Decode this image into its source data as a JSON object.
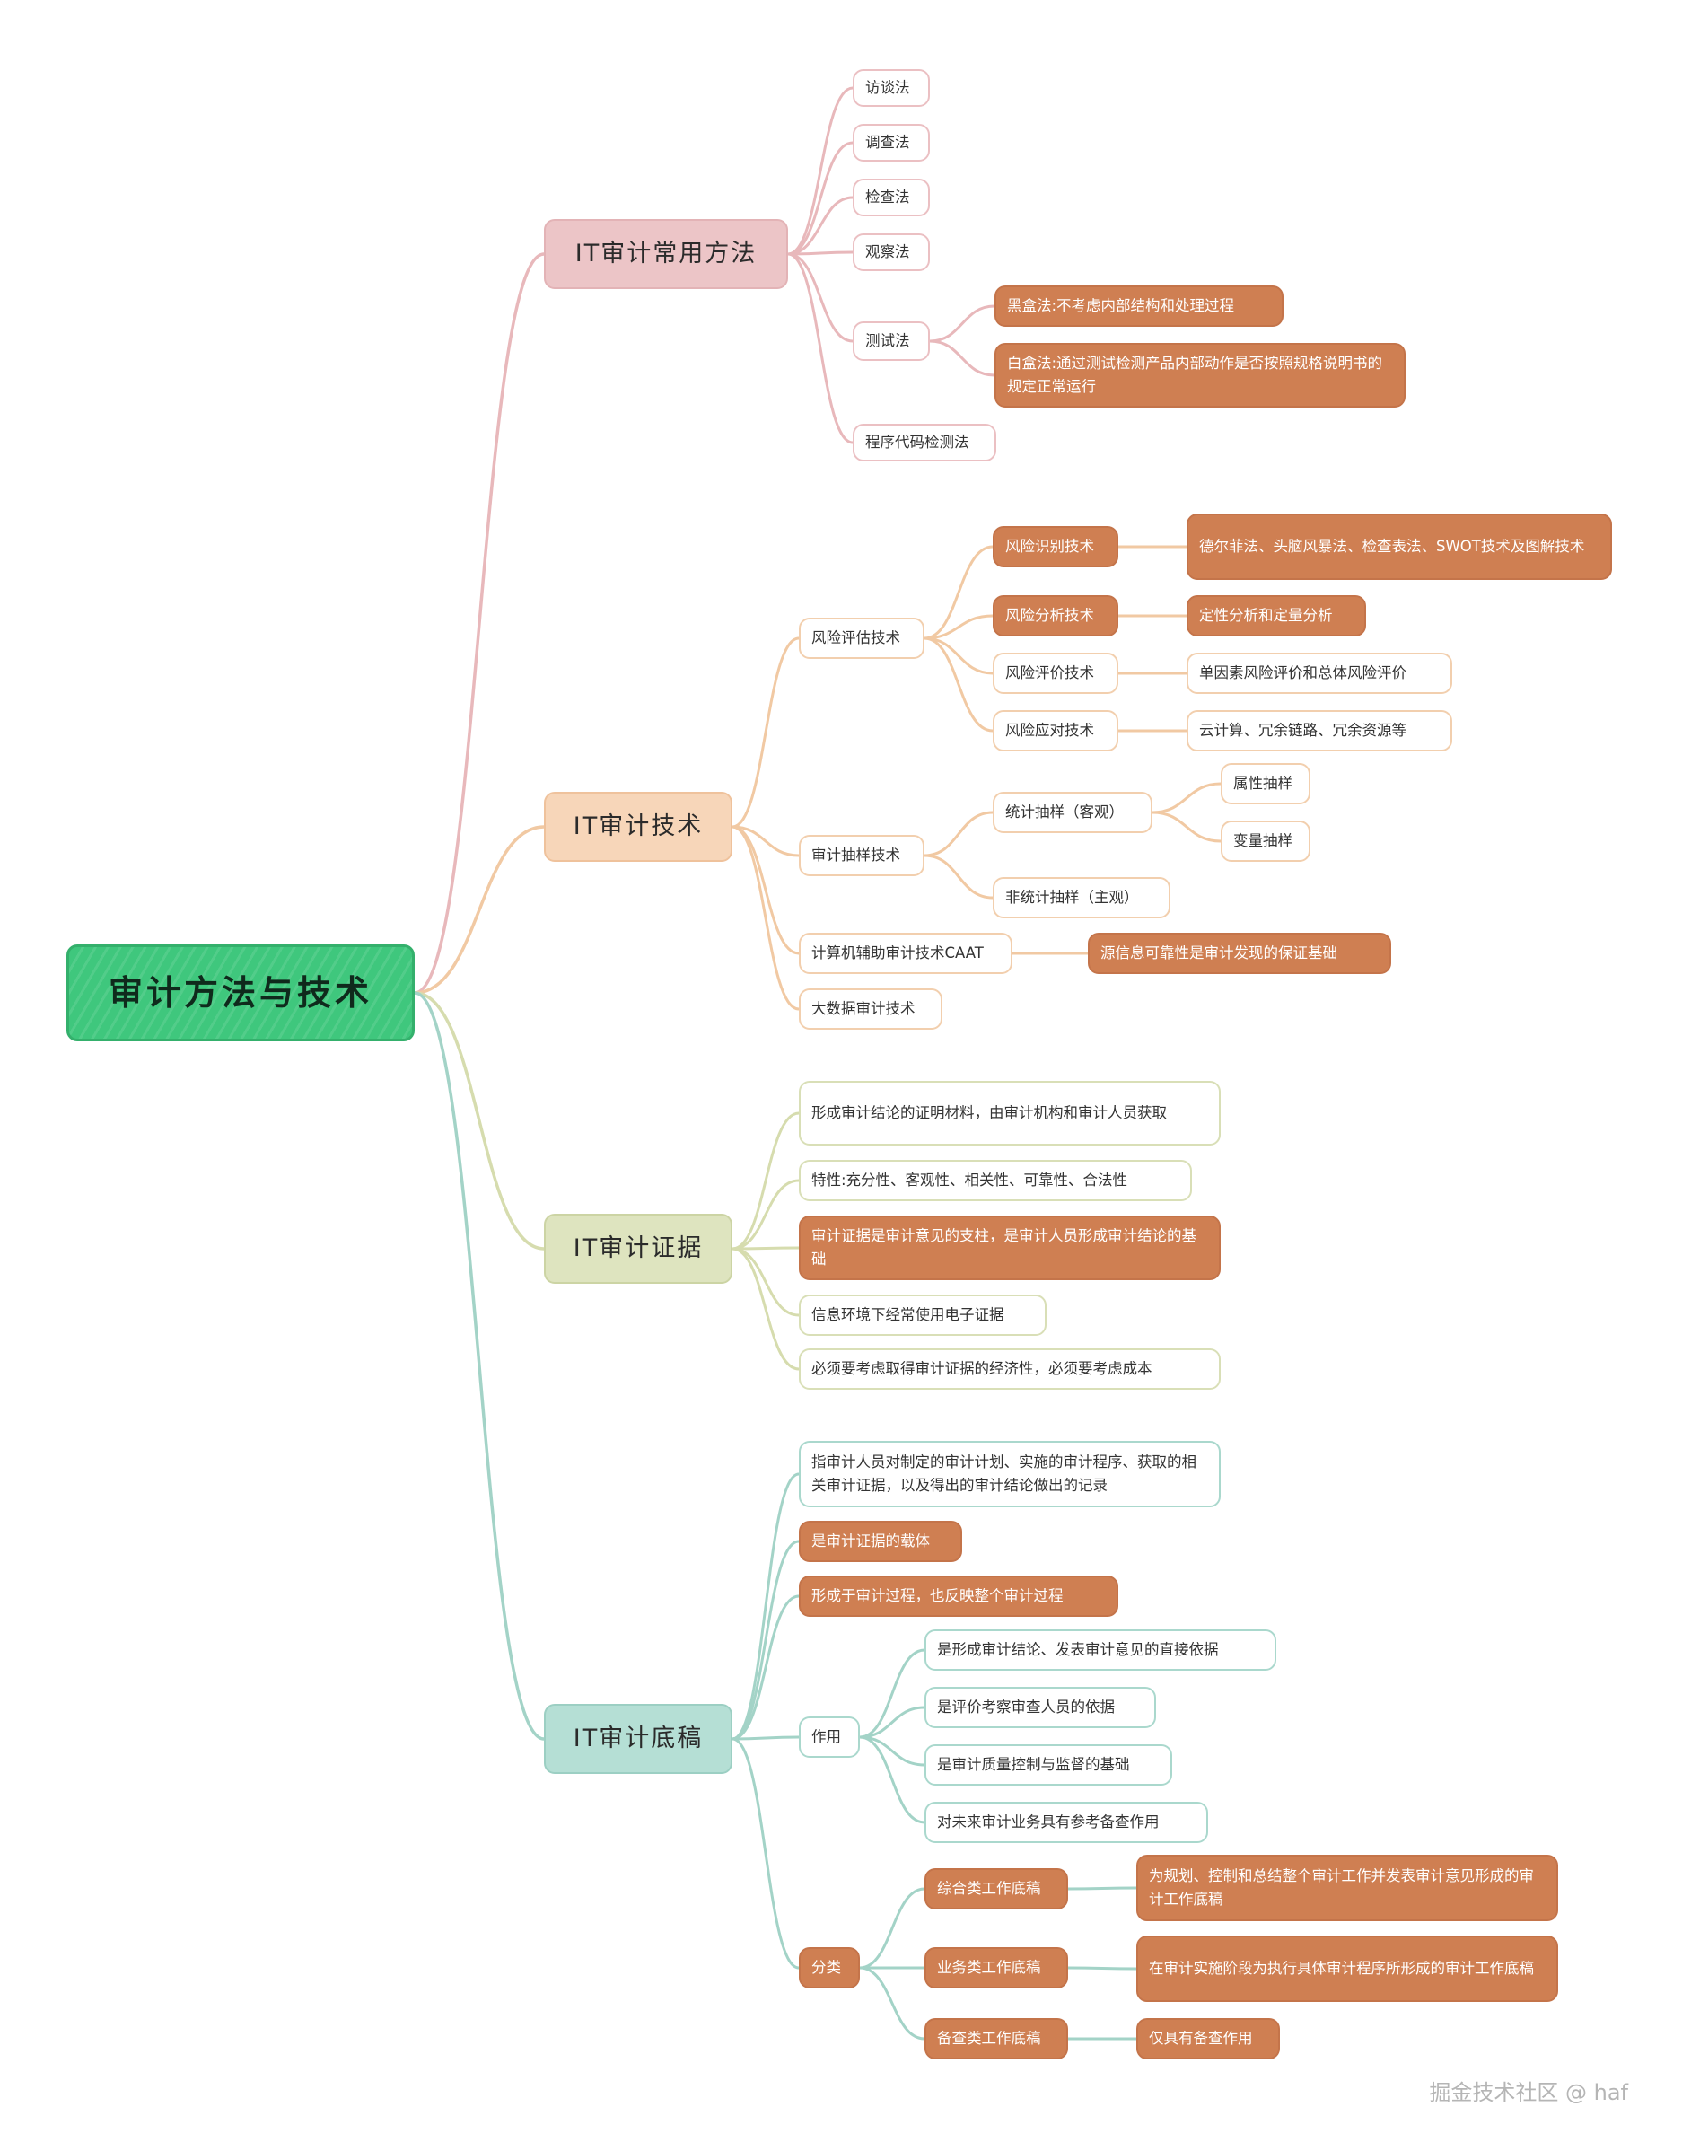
{
  "root": {
    "label": "审计方法与技术"
  },
  "methods": {
    "label": "IT审计常用方法",
    "items": [
      "访谈法",
      "调查法",
      "检查法",
      "观察法",
      "测试法",
      "程序代码检测法"
    ],
    "test_details": [
      "黑盒法:不考虑内部结构和处理过程",
      "白盒法:通过测试检测产品内部动作是否按照规格说明书的规定正常运行"
    ]
  },
  "techniques": {
    "label": "IT审计技术",
    "risk_assessment": {
      "label": "风险评估技术",
      "items": [
        {
          "label": "风险识别技术",
          "detail": "德尔菲法、头脑风暴法、检查表法、SWOT技术及图解技术"
        },
        {
          "label": "风险分析技术",
          "detail": "定性分析和定量分析"
        },
        {
          "label": "风险评价技术",
          "detail": "单因素风险评价和总体风险评价"
        },
        {
          "label": "风险应对技术",
          "detail": "云计算、冗余链路、冗余资源等"
        }
      ]
    },
    "sampling": {
      "label": "审计抽样技术",
      "statistical": "统计抽样（客观）",
      "statistical_children": [
        "属性抽样",
        "变量抽样"
      ],
      "non_statistical": "非统计抽样（主观）"
    },
    "caat": {
      "label": "计算机辅助审计技术CAAT",
      "detail": "源信息可靠性是审计发现的保证基础"
    },
    "big_data": "大数据审计技术"
  },
  "evidence": {
    "label": "IT审计证据",
    "items": [
      "形成审计结论的证明材料，由审计机构和审计人员获取",
      "特性:充分性、客观性、相关性、可靠性、合法性",
      "审计证据是审计意见的支柱，是审计人员形成审计结论的基础",
      "信息环境下经常使用电子证据",
      "必须要考虑取得审计证据的经济性，必须要考虑成本"
    ]
  },
  "workpapers": {
    "label": "IT审计底稿",
    "items": [
      "指审计人员对制定的审计计划、实施的审计程序、获取的相关审计证据，以及得出的审计结论做出的记录",
      "是审计证据的载体",
      "形成于审计过程，也反映整个审计过程"
    ],
    "role": {
      "label": "作用",
      "items": [
        "是形成审计结论、发表审计意见的直接依据",
        "是评价考察审查人员的依据",
        "是审计质量控制与监督的基础",
        "对未来审计业务具有参考备查作用"
      ]
    },
    "category": {
      "label": "分类",
      "items": [
        {
          "label": "综合类工作底稿",
          "detail": "为规划、控制和总结整个审计工作并发表审计意见形成的审计工作底稿"
        },
        {
          "label": "业务类工作底稿",
          "detail": "在审计实施阶段为执行具体审计程序所形成的审计工作底稿"
        },
        {
          "label": "备查类工作底稿",
          "detail": "仅具有备查作用"
        }
      ]
    }
  },
  "watermark": "掘金技术社区 @ haf",
  "colors": {
    "root": "#3fc77d",
    "methods": "#ecc5c7",
    "techniques": "#f7d6b9",
    "evidence": "#dee4bf",
    "workpapers": "#b5dfd5",
    "highlight": "#cf7f52"
  }
}
